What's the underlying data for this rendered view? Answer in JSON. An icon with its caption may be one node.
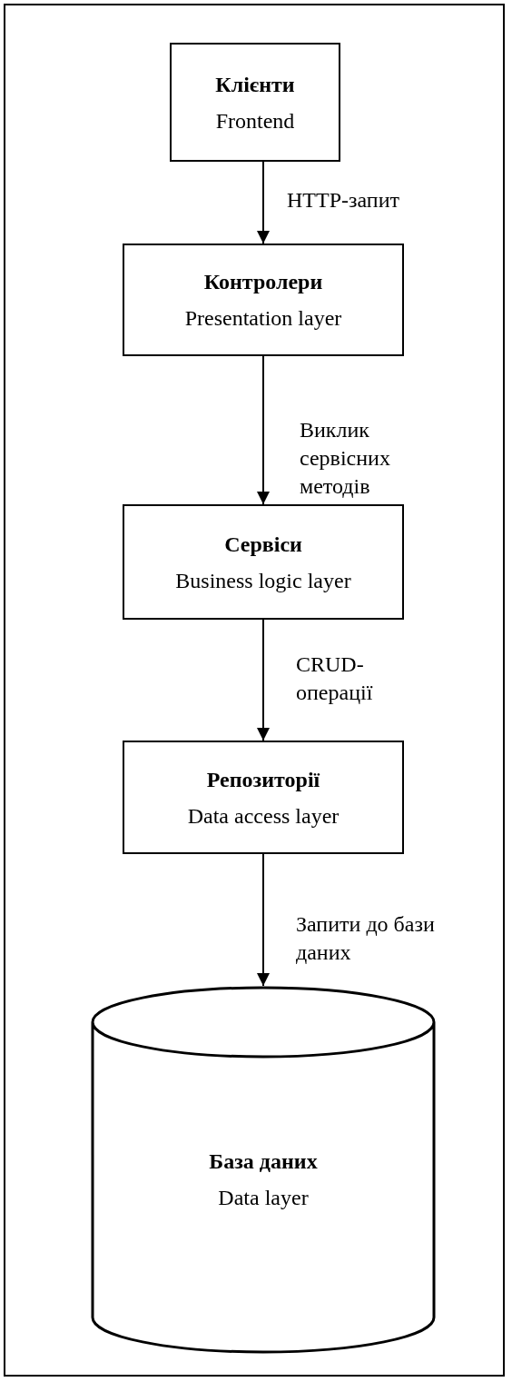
{
  "diagram": {
    "nodes": [
      {
        "text": [
          "Клієнти",
          "Frontend"
        ]
      },
      {
        "text": [
          "Контролери",
          "Presentation layer"
        ]
      },
      {
        "text": [
          "Сервіси",
          "Business logic layer"
        ]
      },
      {
        "text": [
          "Репозиторії",
          "Data access layer"
        ]
      },
      {
        "text": [
          "База даних",
          "Data layer"
        ]
      }
    ],
    "edges": [
      {
        "from": 0,
        "to": 1,
        "arrow": "to",
        "label": "HTTP-запит"
      },
      {
        "from": 1,
        "to": 2,
        "arrow": "to",
        "label": "Виклик сервісних методів"
      },
      {
        "from": 2,
        "to": 3,
        "arrow": "to",
        "label": "CRUD- операції"
      },
      {
        "from": 3,
        "to": 4,
        "arrow": "to",
        "label": "Запити до бази даних"
      }
    ]
  }
}
